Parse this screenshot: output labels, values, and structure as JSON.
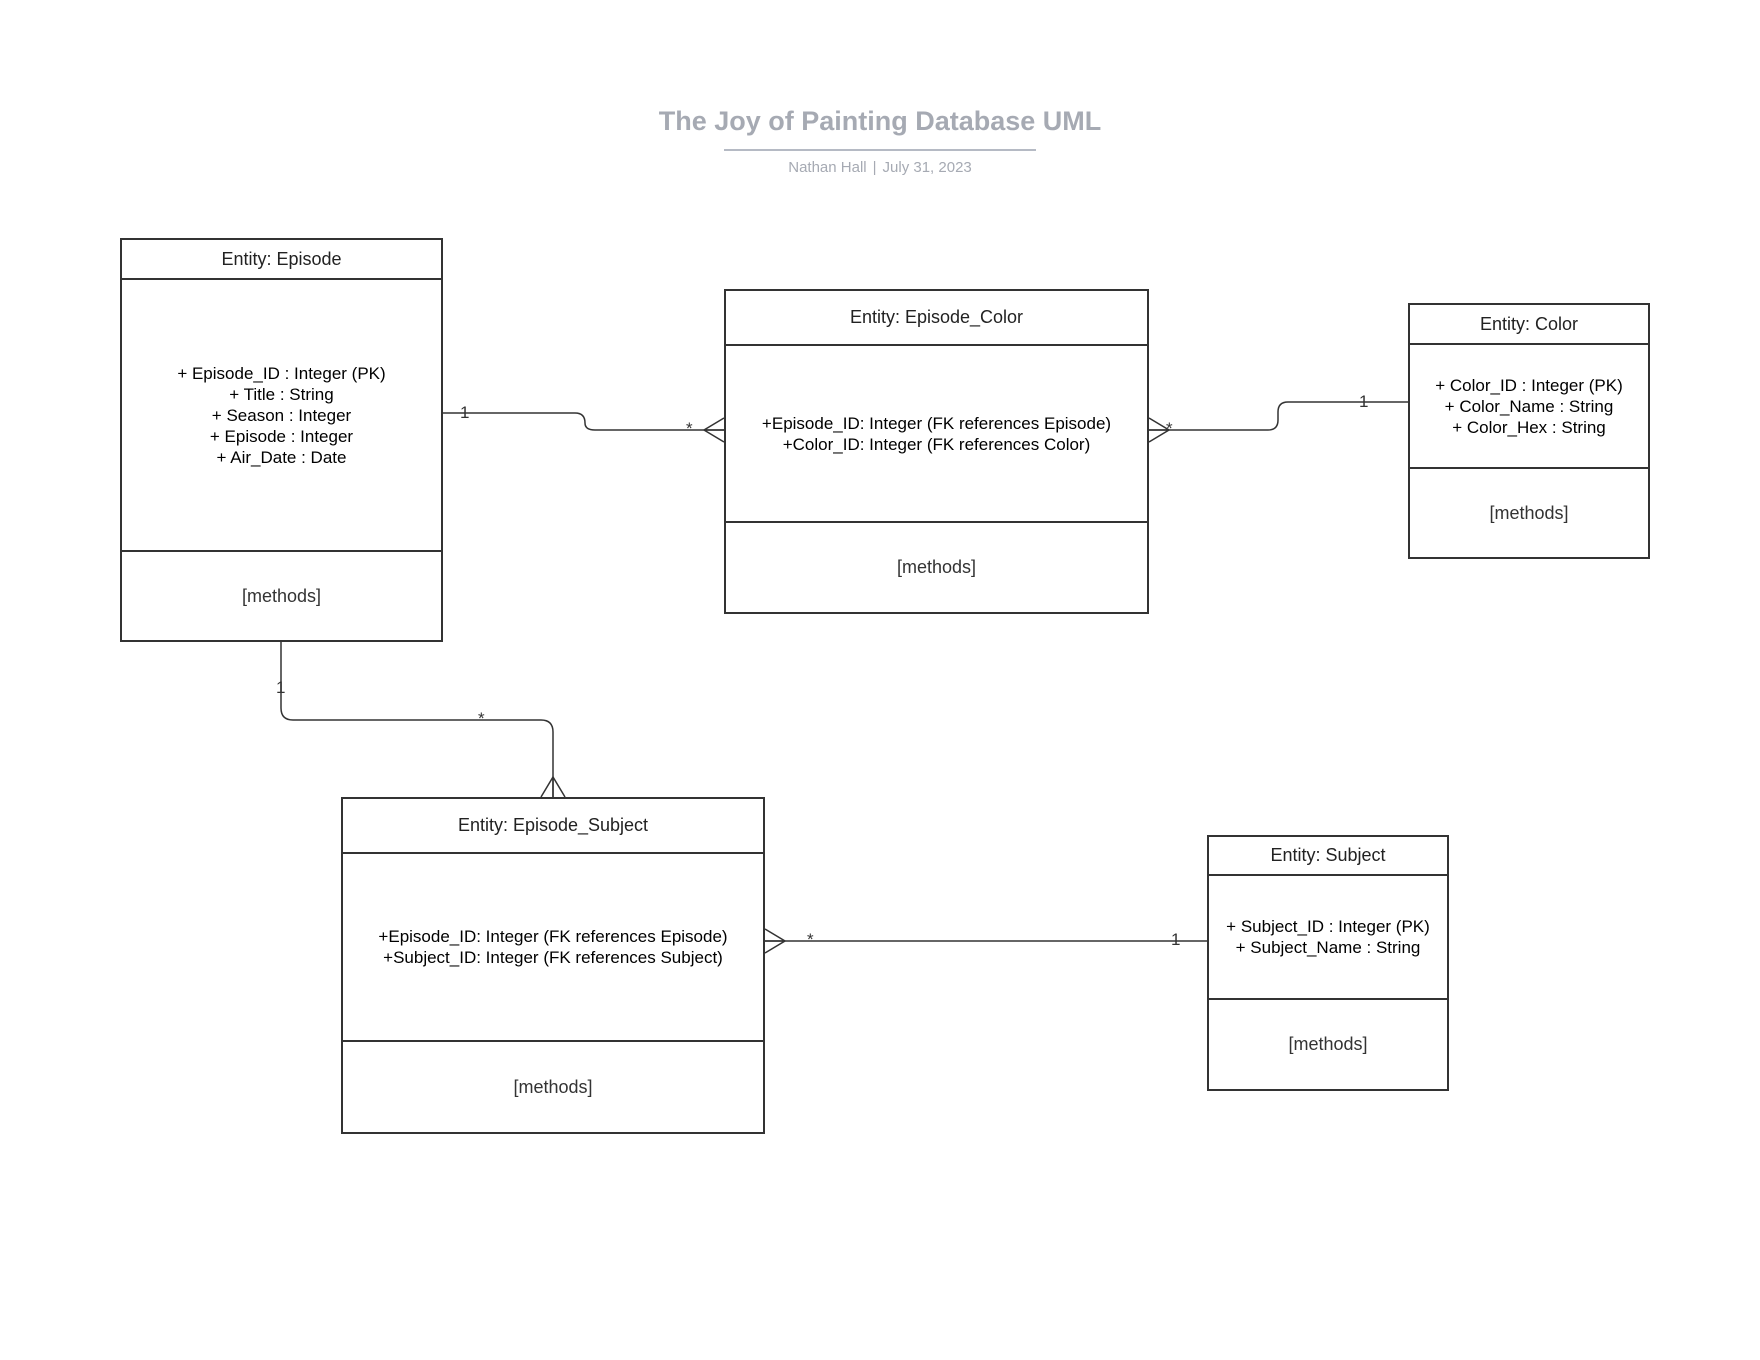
{
  "header": {
    "title": "The Joy of Painting Database UML",
    "author": "Nathan Hall",
    "separator": "|",
    "date": "July 31, 2023"
  },
  "entities": {
    "episode": {
      "title": "Entity: Episode",
      "attributes": [
        "+ Episode_ID : Integer (PK)",
        "+ Title : String",
        "+ Season : Integer",
        "+ Episode : Integer",
        "+ Air_Date : Date"
      ],
      "methods": "[methods]"
    },
    "episode_color": {
      "title": "Entity: Episode_Color",
      "attributes": [
        "+Episode_ID: Integer (FK references Episode)",
        "+Color_ID: Integer (FK references Color)"
      ],
      "methods": "[methods]"
    },
    "color": {
      "title": "Entity: Color",
      "attributes": [
        "+ Color_ID : Integer (PK)",
        "+ Color_Name : String",
        "+ Color_Hex : String"
      ],
      "methods": "[methods]"
    },
    "episode_subject": {
      "title": "Entity: Episode_Subject",
      "attributes": [
        "+Episode_ID: Integer (FK references Episode)",
        "+Subject_ID: Integer (FK references Subject)"
      ],
      "methods": "[methods]"
    },
    "subject": {
      "title": "Entity: Subject",
      "attributes": [
        "+ Subject_ID : Integer (PK)",
        "+ Subject_Name : String"
      ],
      "methods": "[methods]"
    }
  },
  "relationships": [
    {
      "name": "episode-to-episode-color",
      "from_label": "1",
      "to_label": "*"
    },
    {
      "name": "color-to-episode-color",
      "from_label": "1",
      "to_label": "*"
    },
    {
      "name": "episode-to-episode-subject",
      "from_label": "1",
      "to_label": "*"
    },
    {
      "name": "subject-to-episode-subject",
      "from_label": "1",
      "to_label": "*"
    }
  ]
}
